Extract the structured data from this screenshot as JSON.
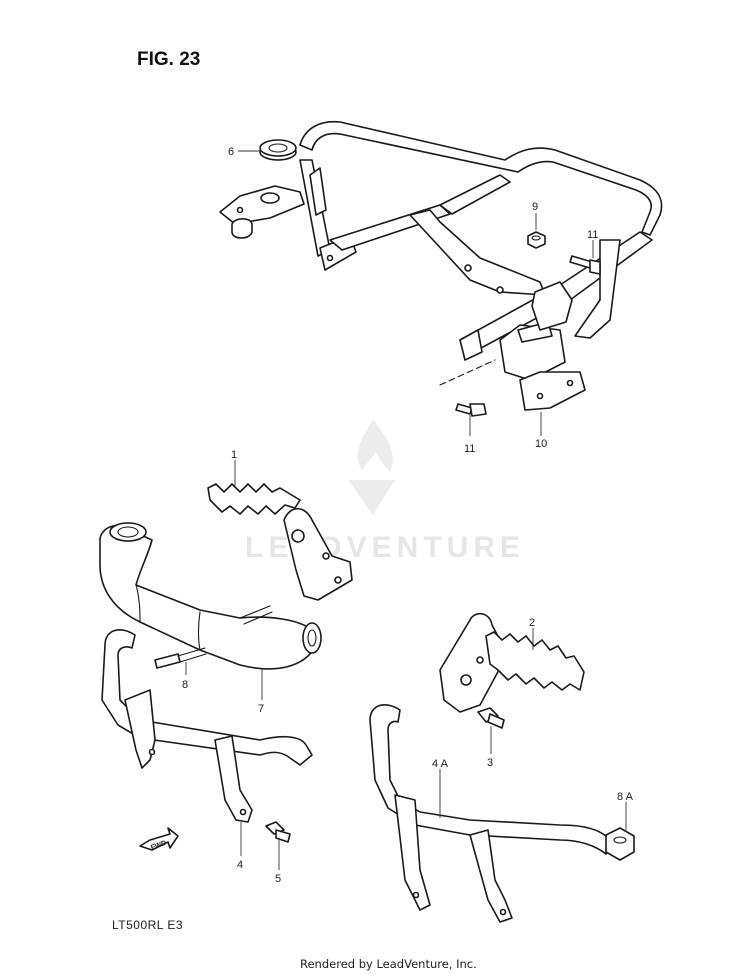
{
  "figure": {
    "title": "FIG. 23"
  },
  "callouts": [
    "6",
    "9",
    "11",
    "11",
    "10",
    "1",
    "2",
    "8",
    "7",
    "3",
    "4 A",
    "8 A",
    "4",
    "5"
  ],
  "direction_marker": {
    "text": "FWD"
  },
  "model_code": "LT500RL  E3",
  "watermark": {
    "text": "LEADVENTURE",
    "icon": "leadventure-flame-logo-icon"
  },
  "footer": {
    "text": "Rendered by LeadVenture, Inc."
  }
}
